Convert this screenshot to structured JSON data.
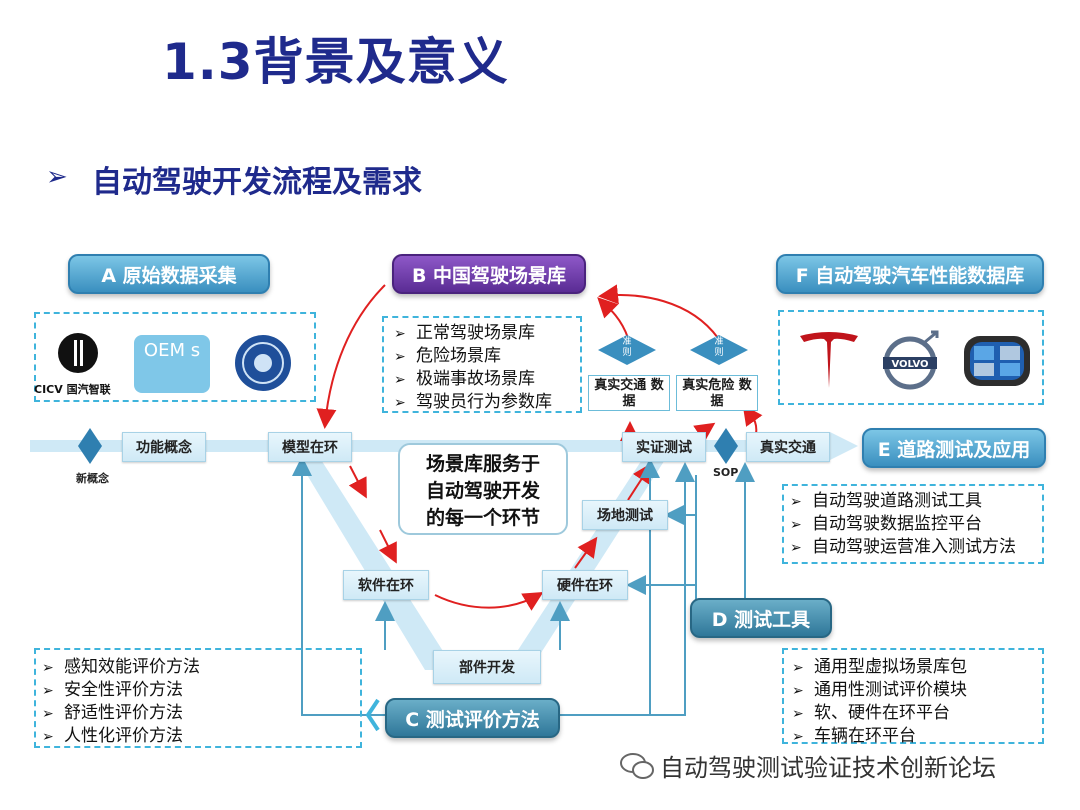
{
  "title": "1.3背景及意义",
  "subtitle": "自动驾驶开发流程及需求",
  "banners": {
    "a": "A 原始数据采集",
    "b": "B 中国驾驶场景库",
    "f": "F 自动驾驶汽车性能数据库",
    "e": "E 道路测试及应用",
    "d": "D 测试工具",
    "c": "C 测试评价方法"
  },
  "logos_a": {
    "cicv": "CICV 国汽智联",
    "oem": "OEM s"
  },
  "logos_f": [
    "tesla-logo",
    "volvo-logo",
    "geely-logo"
  ],
  "b_list": [
    "正常驾驶场景库",
    "危险场景库",
    "极端事故场景库",
    "驾驶员行为参数库"
  ],
  "e_list": [
    "自动驾驶道路测试工具",
    "自动驾驶数据监控平台",
    "自动驾驶运营准入测试方法"
  ],
  "d_list": [
    "通用型虚拟场景库包",
    "通用性测试评价模块",
    "软、硬件在环平台",
    "车辆在环平台"
  ],
  "c_list": [
    "感知效能评价方法",
    "安全性评价方法",
    "舒适性评价方法",
    "人性化评价方法"
  ],
  "nodes": {
    "concept": "功能概念",
    "mil": "模型在环",
    "sil": "软件在环",
    "part": "部件开发",
    "hil": "硬件在环",
    "site": "场地测试",
    "verify": "实证测试",
    "real_traffic": "真实交通"
  },
  "milestones": {
    "new_concept": "新概念",
    "sop": "SOP"
  },
  "data_boxes": {
    "traffic": "真实交通 数据",
    "danger": "真实危险 数据"
  },
  "diamond_label": "准则",
  "center_text": [
    "场景库服务于",
    "自动驾驶开发",
    "的每一个环节"
  ],
  "watermark": "自动驾驶测试验证技术创新论坛",
  "colors": {
    "title": "#1f2a8c",
    "dash": "#3fb4dc",
    "arrow_red": "#e02020",
    "banner_purple": "#5a2c94"
  }
}
